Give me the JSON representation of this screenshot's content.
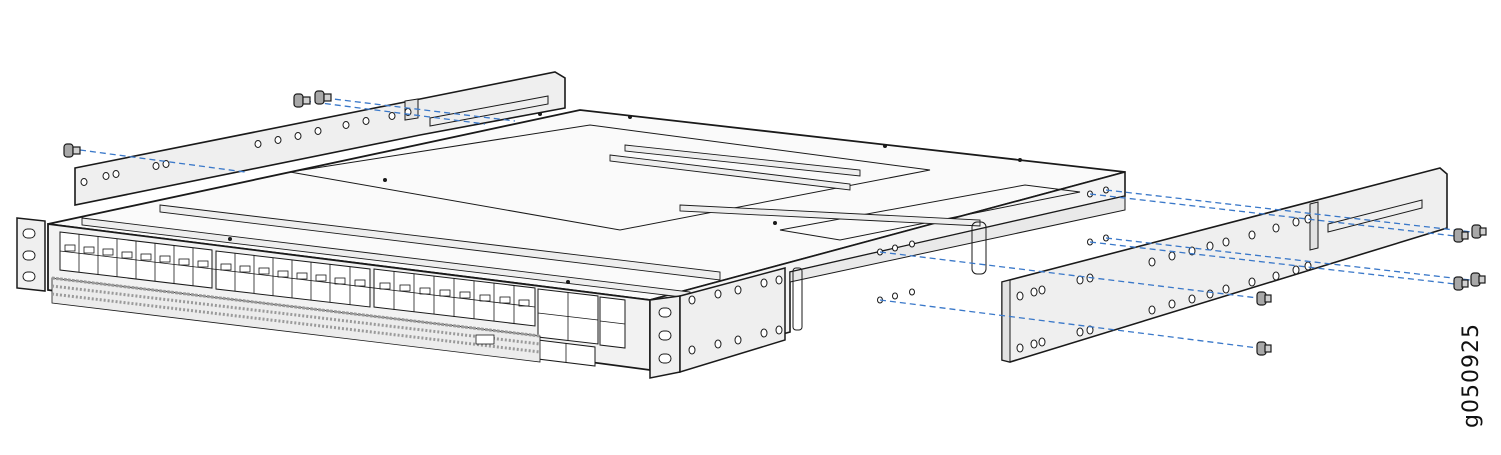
{
  "figure": {
    "id_label": "g050925"
  },
  "parts": {
    "switch": "switch-chassis",
    "rear_left_bracket": "rear-mounting-bracket-left",
    "front_right_bracket": "front-mounting-bracket-right",
    "screws": "mounting-screw"
  },
  "colors": {
    "outline": "#1a1a1a",
    "bracket_fill": "#efefef",
    "chassis_top": "#fafafa",
    "chassis_front": "#f2f2f2",
    "leader_line": "#3a78c9"
  }
}
